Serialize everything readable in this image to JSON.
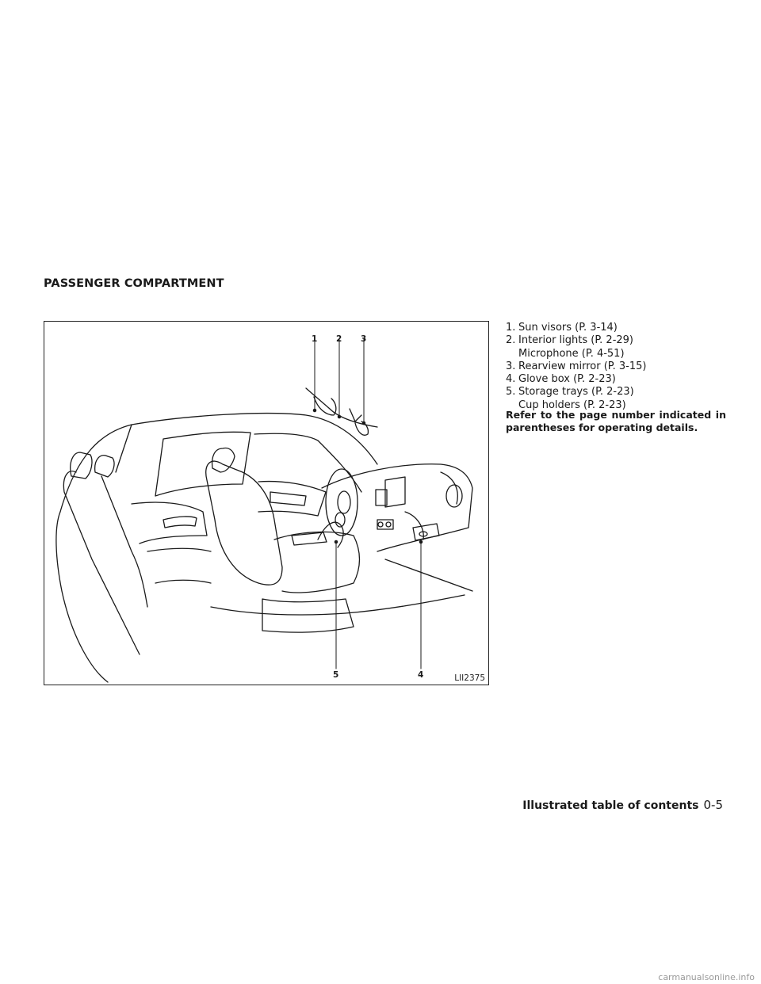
{
  "section_title": "PASSENGER COMPARTMENT",
  "figure": {
    "code": "LII2375",
    "callouts": [
      "1",
      "2",
      "3",
      "4",
      "5"
    ]
  },
  "legend": [
    {
      "num": "1.",
      "lines": [
        "Sun visors (P. 3-14)"
      ]
    },
    {
      "num": "2.",
      "lines": [
        "Interior lights (P. 2-29)",
        "Microphone (P. 4-51)"
      ]
    },
    {
      "num": "3.",
      "lines": [
        "Rearview mirror (P. 3-15)"
      ]
    },
    {
      "num": "4.",
      "lines": [
        "Glove box (P. 2-23)"
      ]
    },
    {
      "num": "5.",
      "lines": [
        "Storage trays (P. 2-23)",
        "Cup holders (P. 2-23)"
      ]
    }
  ],
  "note": "Refer to the page number indicated in parentheses for operating details.",
  "footer": {
    "title": "Illustrated table of contents",
    "page": "0-5"
  },
  "watermark": "carmanualsonline.info"
}
